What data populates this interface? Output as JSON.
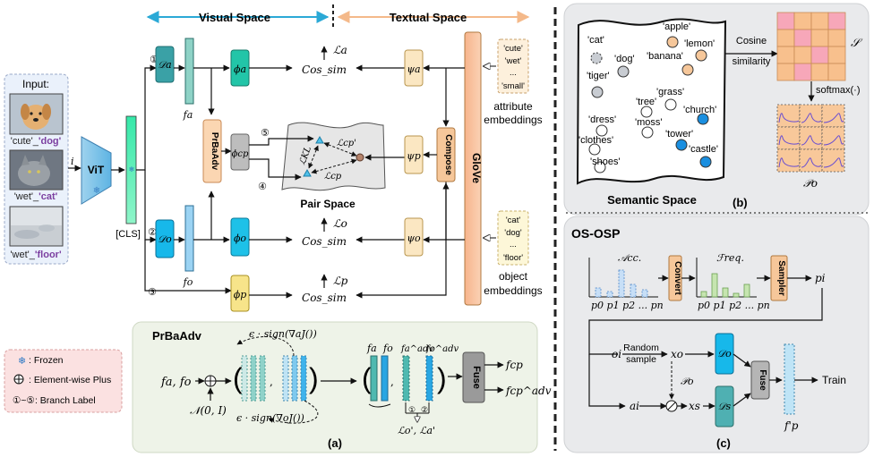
{
  "header": {
    "visual_space": "Visual Space",
    "textual_space": "Textual Space"
  },
  "input": {
    "title": "Input:",
    "labels": [
      {
        "attr": "'cute'",
        "sep": "_",
        "obj": "'dog'"
      },
      {
        "attr": "'wet'",
        "sep": "_",
        "obj": "'cat'"
      },
      {
        "attr": "'wet'",
        "sep": "_",
        "obj": "'floor'"
      }
    ],
    "i_label": "i",
    "vit": "ViT",
    "cls": "[CLS]"
  },
  "branches": {
    "b1": "①",
    "b2": "②",
    "b3": "③",
    "b4": "④",
    "b5": "⑤"
  },
  "modules": {
    "D_a": "𝒟a",
    "D_o": "𝒟o",
    "f_a": "fa",
    "f_o": "fo",
    "phi_a": "ϕa",
    "phi_cp": "ϕcp",
    "phi_o": "ϕo",
    "phi_p": "ϕp",
    "psi_a": "ψa",
    "psi_p": "ψp",
    "psi_o": "ψo",
    "prbaadv": "PrBaAdv",
    "compose": "Compose",
    "glove": "GloVe"
  },
  "cos_sim": {
    "a": {
      "text": "Cos_sim",
      "loss": "ℒa"
    },
    "o": {
      "text": "Cos_sim",
      "loss": "ℒo"
    },
    "p": {
      "text": "Cos_sim",
      "loss": "ℒp"
    }
  },
  "pair_space": {
    "label": "Pair Space",
    "l_cp_prime": "ℒcp'",
    "l_kl": "ℒKL",
    "l_cp": "ℒcp"
  },
  "attribute_embeddings": {
    "items": [
      "'cute'",
      "'wet'",
      "...",
      "'small'"
    ],
    "caption_line1": "attribute",
    "caption_line2": "embeddings"
  },
  "object_embeddings": {
    "items": [
      "'cat'",
      "'dog'",
      "...",
      "'floor'"
    ],
    "caption_line1": "object",
    "caption_line2": "embeddings"
  },
  "legend": {
    "frozen": ": Frozen",
    "plus": ": Element-wise Plus",
    "branch": "①~⑤: Branch Label"
  },
  "prbaadv_panel": {
    "title": "PrBaAdv",
    "input": "fa, fo",
    "noise": "𝒩(0, I)",
    "grad_a": "ϵ · sign(∇aJ())",
    "grad_o": "ϵ · sign(∇oJ())",
    "feat_labels": [
      "fa",
      "fo",
      "fa^adv",
      "fo^adv"
    ],
    "fuse": "Fuse",
    "out_cp": "fcp",
    "out_cp_adv": "fcp^adv",
    "losses": "ℒo', ℒa'",
    "b1": "①",
    "b2": "②",
    "caption": "(a)"
  },
  "semantic_space": {
    "caption": "Semantic Space",
    "words": [
      "'cat'",
      "'apple'",
      "'lemon'",
      "'dog'",
      "'banana'",
      "'tiger'",
      "'grass'",
      "'tree'",
      "'church'",
      "'dress'",
      "'moss'",
      "'clothes'",
      "'tower'",
      "'shoes'",
      "'castle'"
    ],
    "cosine_line1": "Cosine",
    "cosine_line2": "similarity",
    "S": "𝒮",
    "softmax": "softmax(·)",
    "P_o": "𝒫o",
    "panel_caption": "(b)",
    "colors": {
      "orange": "#f6c79a",
      "gray": "#c8ccd2",
      "white": "#ffffff",
      "blue": "#1a8fe0"
    }
  },
  "osp": {
    "title": "OS-OSP",
    "acc": "𝒜cc.",
    "freq": "ℱreq.",
    "acc_ticks": "p0 p1 p2 ... pn",
    "freq_ticks": "p0 p1 p2 ... pn",
    "convert": "Convert",
    "sampler": "Sampler",
    "p_i": "pi",
    "o_i": "oi",
    "random_sample_1": "Random",
    "random_sample_2": "sample",
    "x_o": "xo",
    "x_s": "xs",
    "a_i": "ai",
    "P_o": "𝒫o",
    "D_o": "𝒟o",
    "D_s": "𝒟s",
    "fuse": "Fuse",
    "train": "Train",
    "f_p_prime": "f'p",
    "panel_caption": "(c)"
  }
}
